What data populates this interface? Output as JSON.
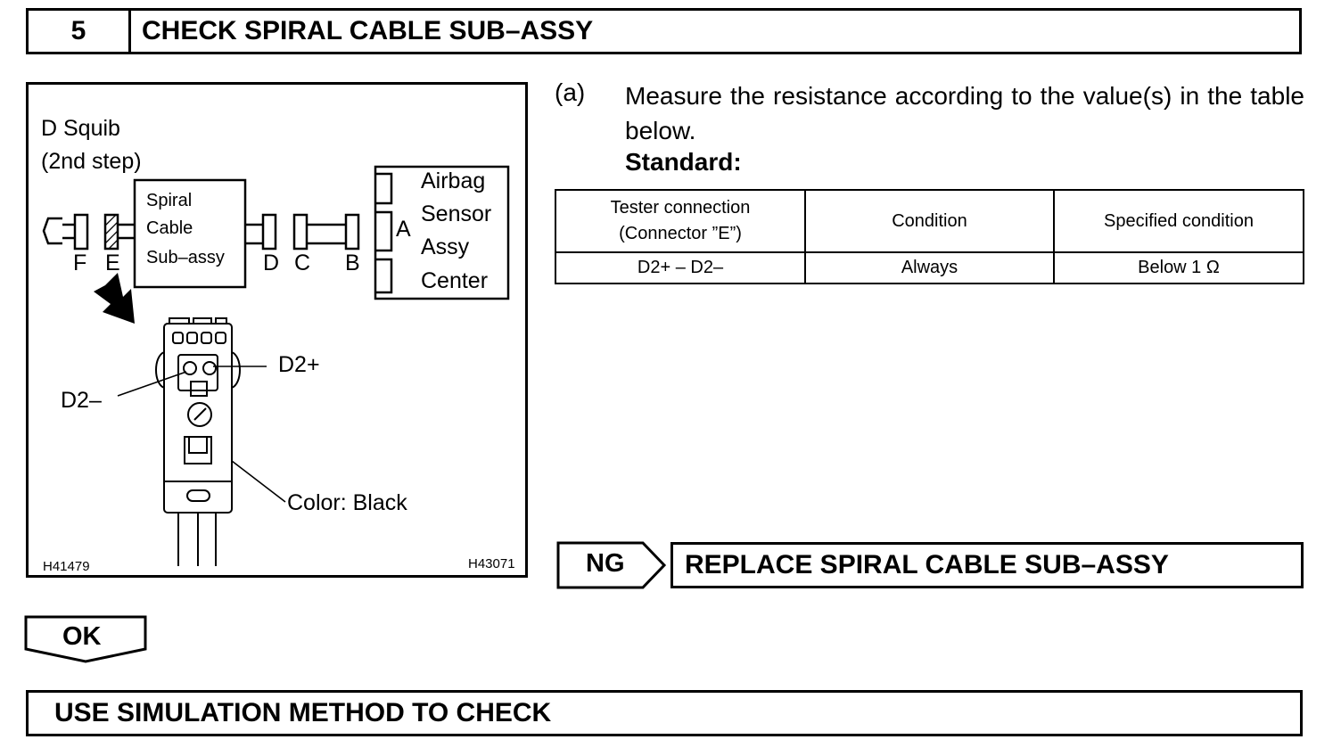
{
  "step": {
    "number": "5",
    "title": "CHECK SPIRAL CABLE SUB–ASSY"
  },
  "diagram": {
    "squib_label_line1": "D Squib",
    "squib_label_line2": "(2nd step)",
    "spiral_box_line1": "Spiral",
    "spiral_box_line2": "Cable",
    "spiral_box_line3": "Sub–assy",
    "connector_labels": {
      "f": "F",
      "e": "E",
      "d": "D",
      "c": "C",
      "b": "B",
      "a": "A"
    },
    "airbag_box_line1": "Airbag",
    "airbag_box_line2": "Sensor",
    "airbag_box_line3": "Assy",
    "airbag_box_line4": "Center",
    "terminal_pos": "D2+",
    "terminal_neg": "D2–",
    "color_callout": "Color: Black",
    "code_left": "H41479",
    "code_right": "H43071"
  },
  "instruction": {
    "marker": "(a)",
    "text": "Measure the resistance according to the value(s) in the table below.",
    "standard_label": "Standard:"
  },
  "table": {
    "headers": {
      "tester_line1": "Tester connection",
      "tester_line2": "(Connector ”E”)",
      "condition": "Condition",
      "specified": "Specified condition"
    },
    "rows": [
      {
        "connection": "D2+ – D2–",
        "condition": "Always",
        "specified": "Below 1 Ω"
      }
    ]
  },
  "results": {
    "ng_label": "NG",
    "ng_action": "REPLACE SPIRAL CABLE SUB–ASSY",
    "ok_label": "OK",
    "final_action": "USE SIMULATION METHOD TO CHECK"
  }
}
